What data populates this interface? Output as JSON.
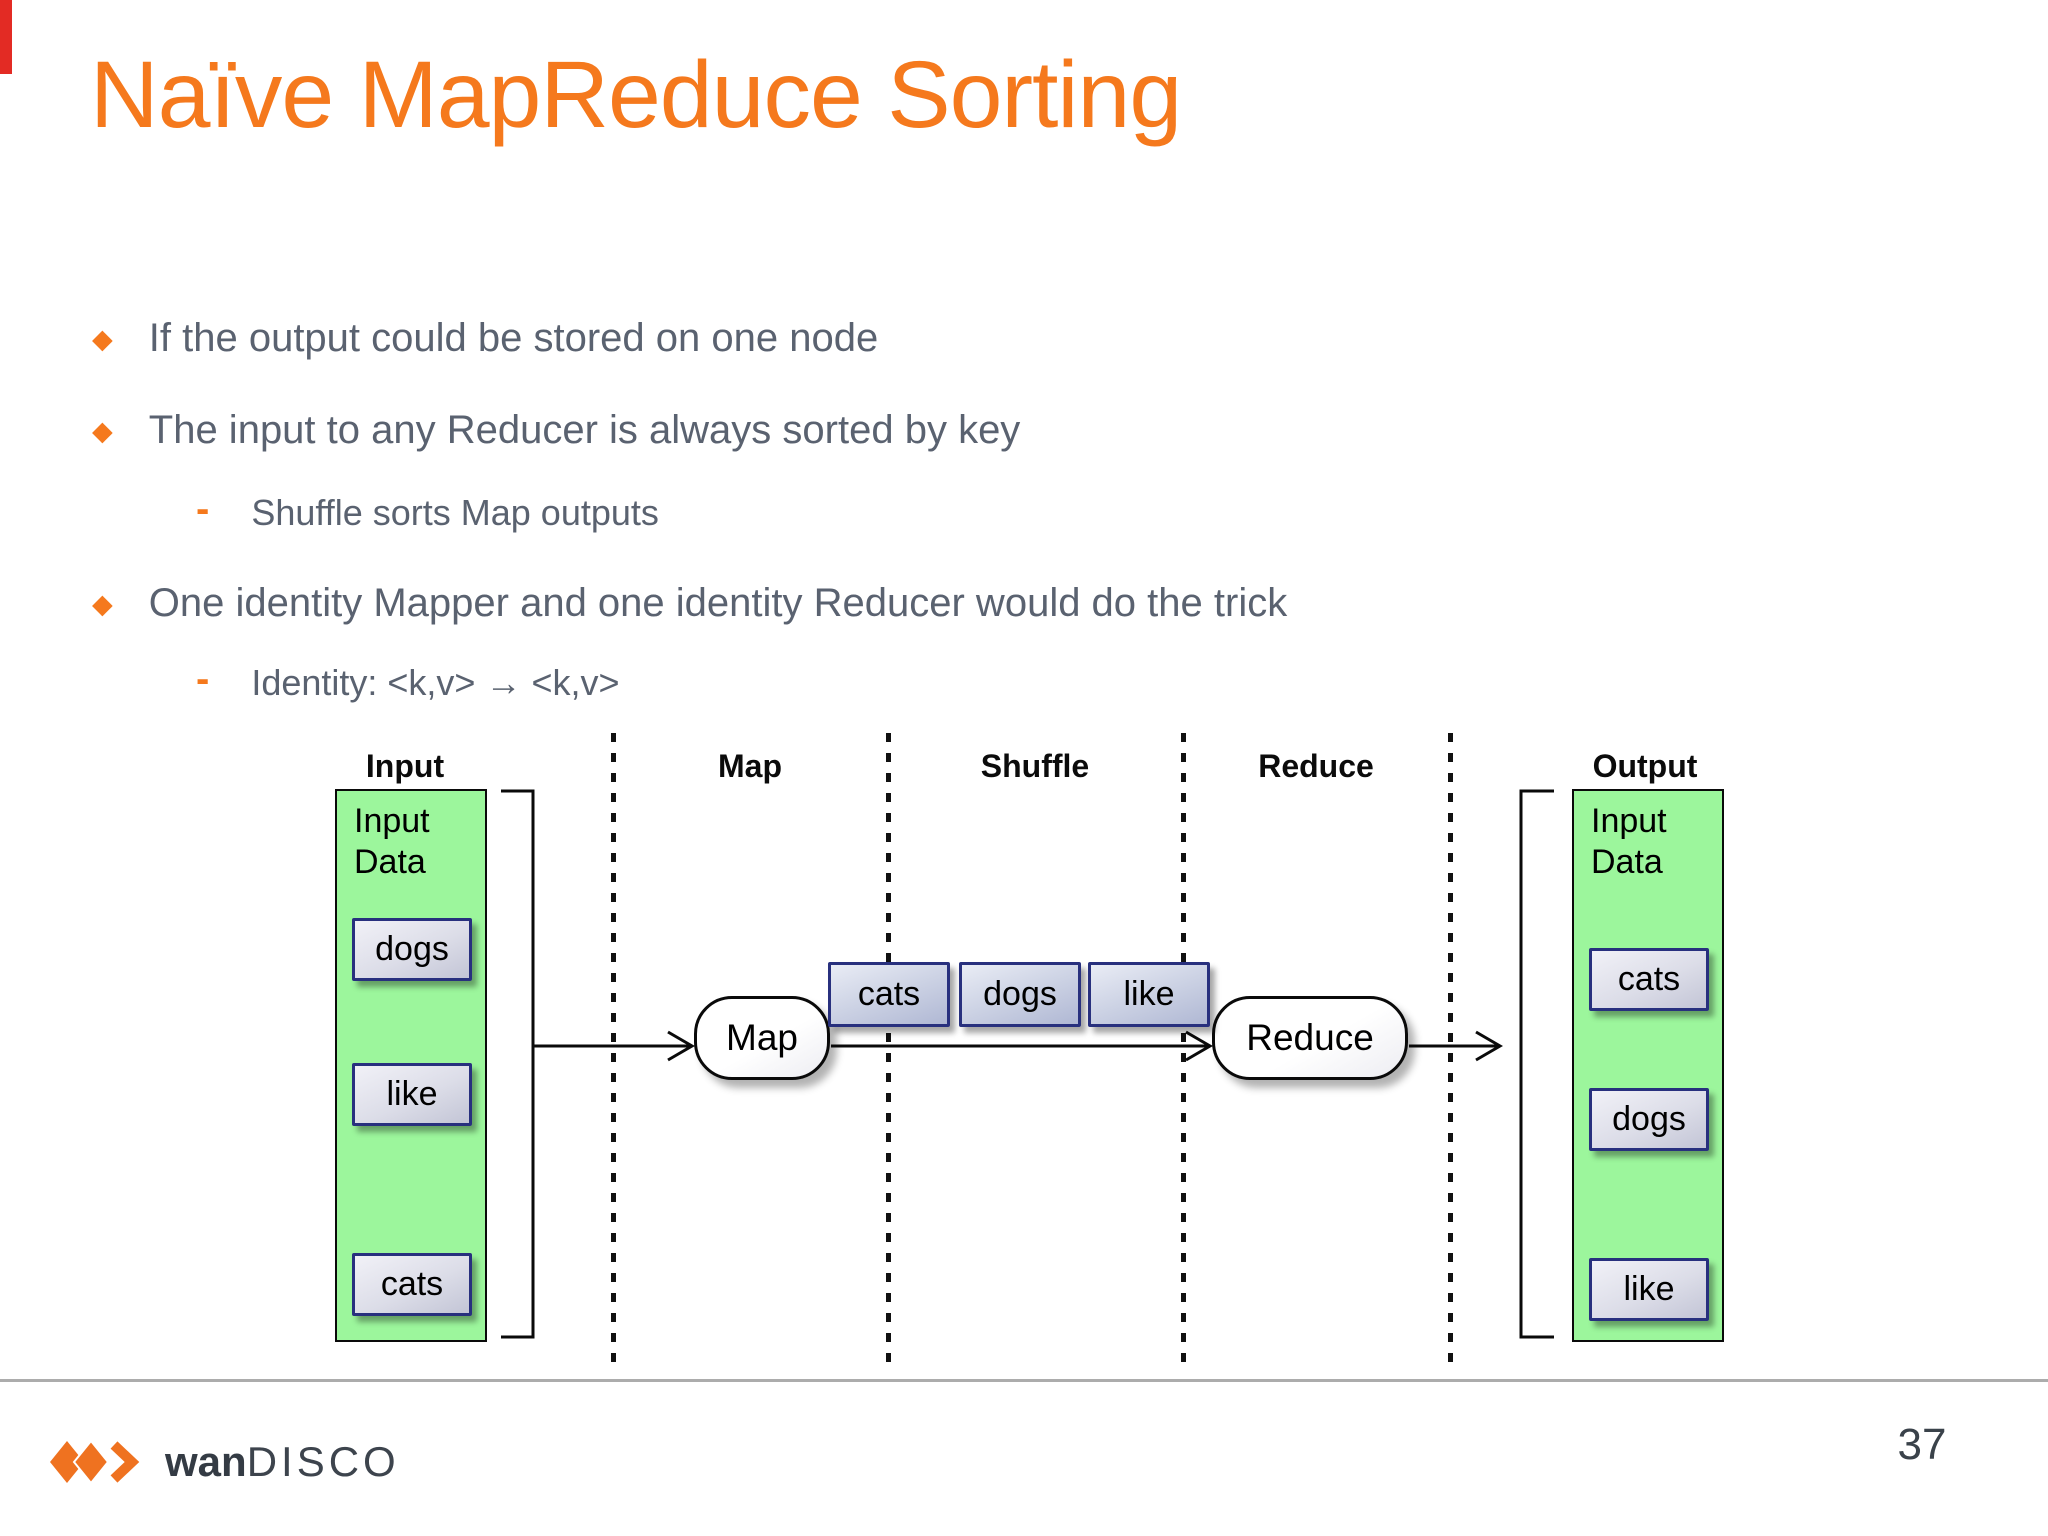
{
  "title": "Naïve MapReduce Sorting",
  "bullets": {
    "marker": "◆",
    "sub_marker": "-",
    "items": [
      {
        "level": 1,
        "text": "If the output could be stored on one node"
      },
      {
        "level": 1,
        "text": "The input to any Reducer is always sorted by key"
      },
      {
        "level": 2,
        "text": "Shuffle sorts Map outputs"
      },
      {
        "level": 1,
        "text": "One identity Mapper and one identity Reducer would do the trick"
      },
      {
        "level": 2,
        "text": "Identity: <k,v> → <k,v>"
      }
    ]
  },
  "diagram": {
    "column_headers": [
      "Input",
      "Map",
      "Shuffle",
      "Reduce",
      "Output"
    ],
    "input_column": {
      "box_title": "Input Data",
      "items": [
        "dogs",
        "like",
        "cats"
      ]
    },
    "map_node_label": "Map",
    "shuffle_items": [
      "cats",
      "dogs",
      "like"
    ],
    "reduce_node_label": "Reduce",
    "output_column": {
      "box_title": "Input Data",
      "items": [
        "cats",
        "dogs",
        "like"
      ]
    }
  },
  "footer": {
    "logo_text_bold": "wan",
    "logo_text_light": "DISCO",
    "page_number": "37"
  },
  "colors": {
    "accent_orange": "#f5791d",
    "body_text": "#5a6270",
    "green_fill": "#9cf69c",
    "box_border_navy": "#28307e",
    "divider_gray": "#acacac",
    "charcoal": "#343b44",
    "red_marker": "#e32b24"
  }
}
